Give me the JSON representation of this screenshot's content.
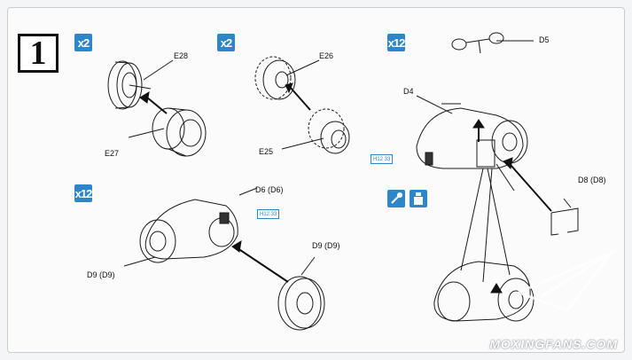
{
  "step": {
    "number": "1"
  },
  "quantities": {
    "q1": "x2",
    "q2": "x2",
    "q3": "x12",
    "q4": "x12"
  },
  "labels": {
    "e28": "E28",
    "e27": "E27",
    "e26": "E26",
    "e25": "E25",
    "d5": "D5",
    "d4": "D4",
    "d8": "D8 (D8)",
    "d6": "D6 (D6)",
    "d9_left": "D9 (D9)",
    "d9_right": "D9 (D9)"
  },
  "paint_codes": {
    "p1": "H12 33",
    "p2": "H12 33"
  },
  "watermark": "MOXINGFANS.COM",
  "colors": {
    "accent": "#2e86c9",
    "line": "#111111"
  }
}
